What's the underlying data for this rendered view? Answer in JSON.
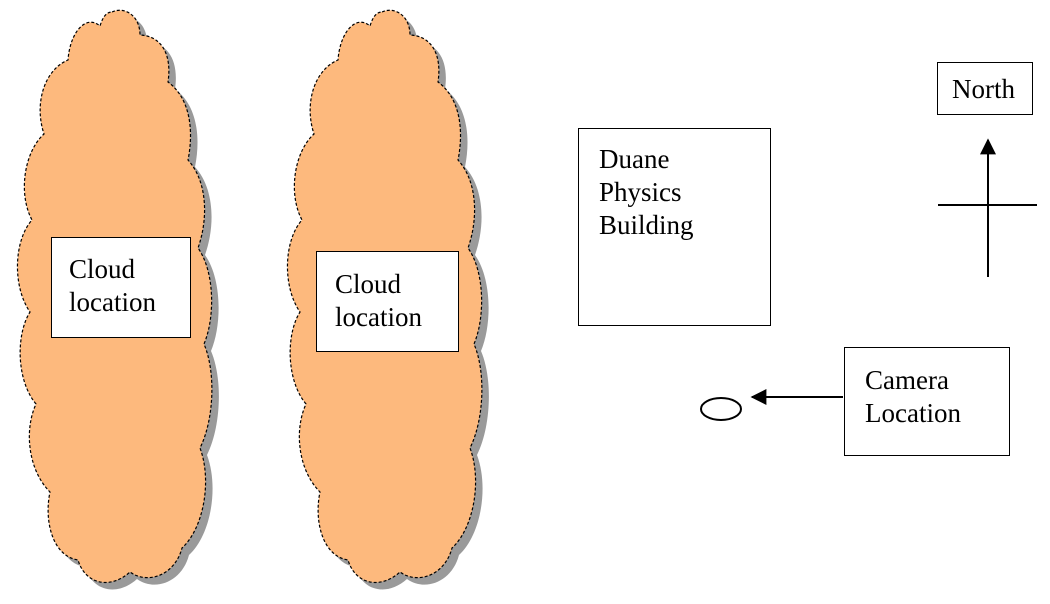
{
  "clouds": [
    {
      "label_lines": [
        "Cloud",
        "location"
      ]
    },
    {
      "label_lines": [
        "Cloud",
        "location"
      ]
    }
  ],
  "building": {
    "label_lines": [
      "Duane",
      "Physics",
      "Building"
    ]
  },
  "camera": {
    "label_lines": [
      "Camera",
      "Location"
    ]
  },
  "compass": {
    "label": "North"
  },
  "colors": {
    "cloud_fill": "#fdb97d",
    "cloud_shadow": "#9a9a9a",
    "line": "#000000",
    "background": "#ffffff"
  }
}
